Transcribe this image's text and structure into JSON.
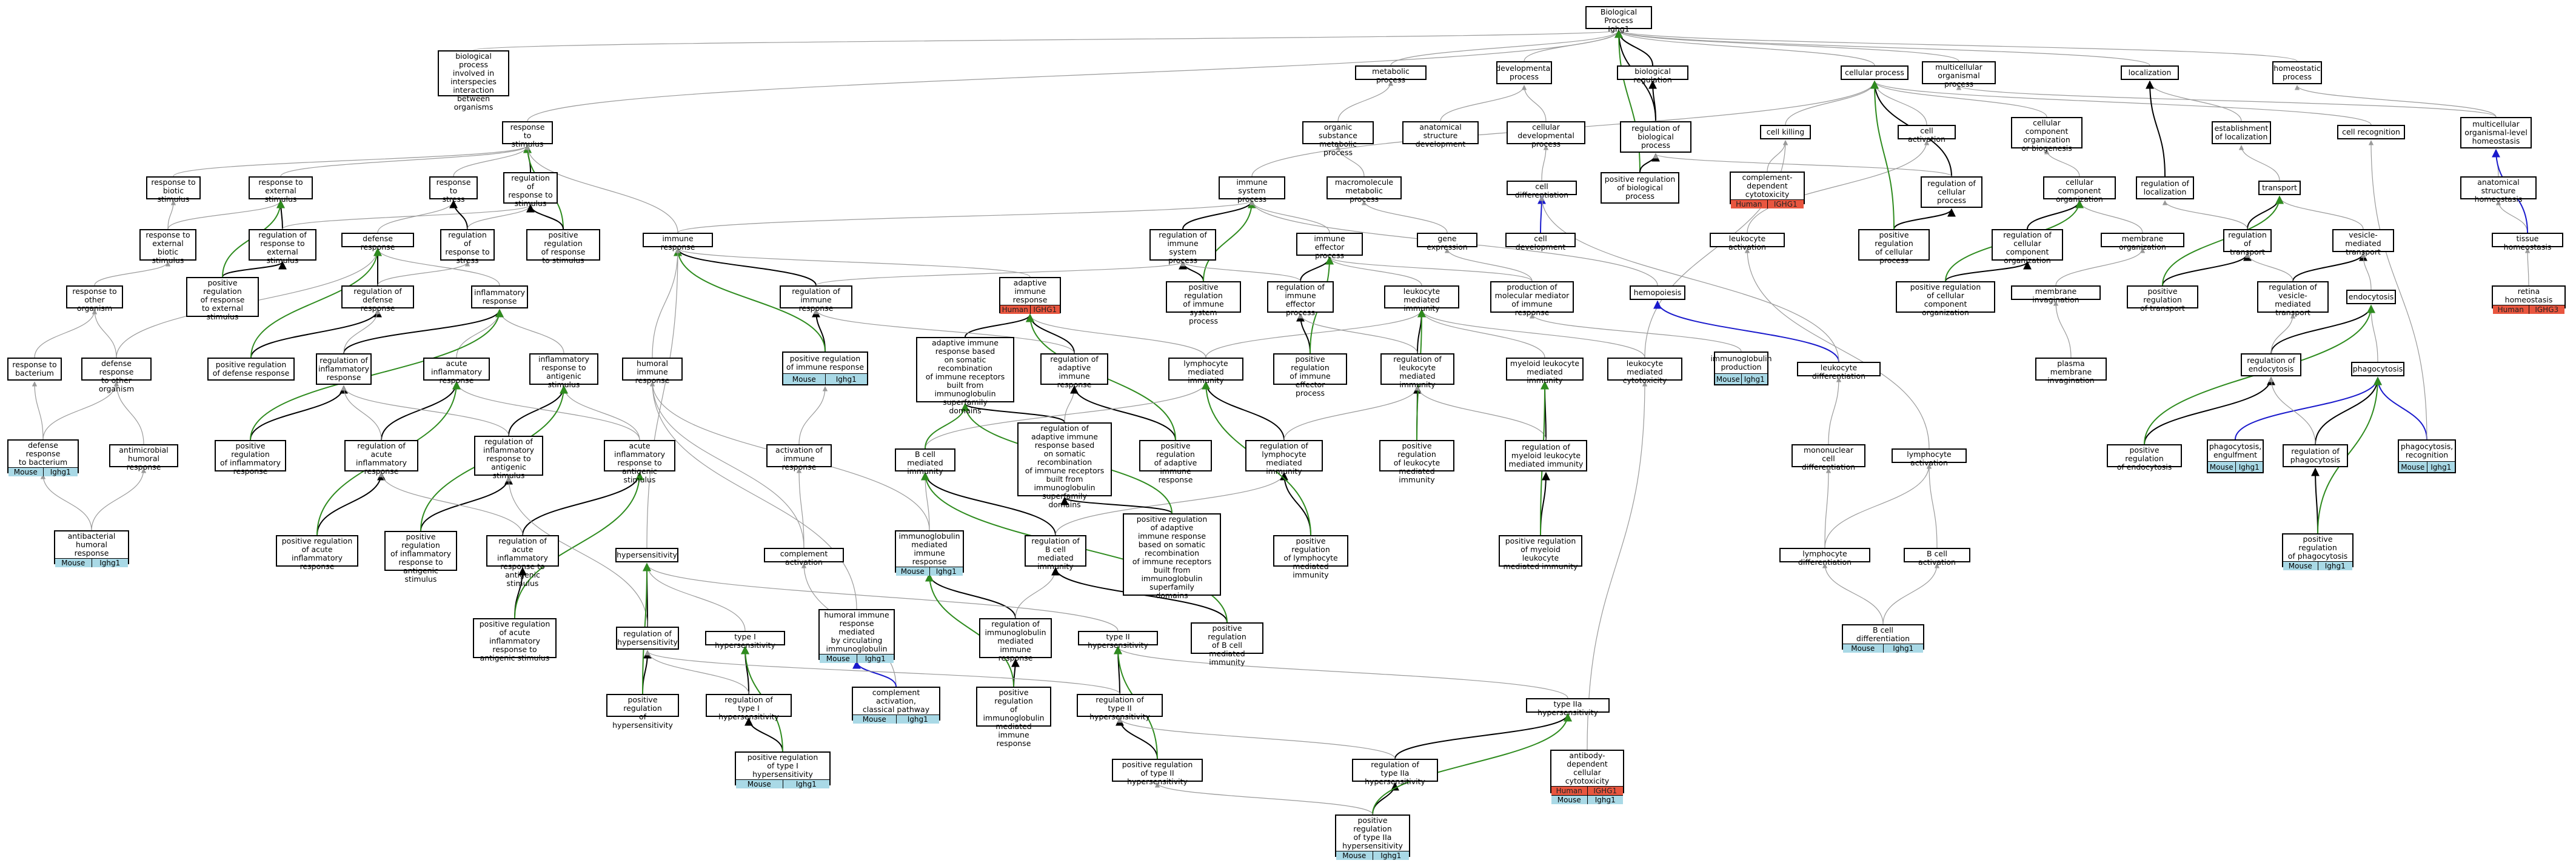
{
  "colors": {
    "gray": "#9a9a9a",
    "black": "#000000",
    "green": "#2e8b1e",
    "blue": "#1a1acc",
    "mouse": "#a9d9e6",
    "human": "#e8563f"
  },
  "nodes": {
    "bp": {
      "label": "Biological Process\nIghg1"
    },
    "interspecies": {
      "label": "biological process\ninvolved in\ninterspecies\ninteraction\nbetween organisms"
    },
    "metabolic": {
      "label": "metabolic process"
    },
    "developmental": {
      "label": "developmental\nprocess"
    },
    "bioreg": {
      "label": "biological regulation"
    },
    "cellular": {
      "label": "cellular process"
    },
    "multiorg": {
      "label": "multicellular\norganismal process"
    },
    "localization": {
      "label": "localization"
    },
    "homeostatic": {
      "label": "homeostatic\nprocess"
    },
    "resp_stim": {
      "label": "response to\nstimulus"
    },
    "org_subst": {
      "label": "organic substance\nmetabolic process"
    },
    "anat_dev": {
      "label": "anatomical structure\ndevelopment"
    },
    "cell_dev_proc": {
      "label": "cellular developmental\nprocess"
    },
    "reg_bio": {
      "label": "regulation of\nbiological process"
    },
    "cell_killing": {
      "label": "cell killing"
    },
    "cell_comp_org_bio": {
      "label": "cellular component\norganization\nor biogenesis"
    },
    "estab_loc": {
      "label": "establishment\nof localization"
    },
    "cell_recog": {
      "label": "cell recognition"
    },
    "multi_homeo": {
      "label": "multicellular\norganismal-level\nhomeostasis"
    },
    "resp_biotic": {
      "label": "response to\nbiotic stimulus"
    },
    "resp_ext": {
      "label": "response to\nexternal stimulus"
    },
    "resp_stress": {
      "label": "response to\nstress"
    },
    "reg_resp_stim": {
      "label": "regulation of\nresponse to\nstimulus"
    },
    "immune_sys": {
      "label": "immune system\nprocess"
    },
    "macromol": {
      "label": "macromolecule\nmetabolic process"
    },
    "pos_reg_bio": {
      "label": "positive regulation\nof biological\nprocess"
    },
    "compl_cyto": {
      "label": "complement-dependent\ncytotoxicity",
      "tags": [
        {
          "t": "Human",
          "c": "human"
        },
        {
          "t": "IGHG1",
          "c": "human"
        }
      ]
    },
    "cell_act": {
      "label": "cell activation"
    },
    "reg_cell_proc": {
      "label": "regulation of\ncellular process"
    },
    "cell_comp_org": {
      "label": "cellular component\norganization"
    },
    "reg_loc": {
      "label": "regulation of\nlocalization"
    },
    "transport": {
      "label": "transport"
    },
    "anat_homeo": {
      "label": "anatomical structure\nhomeostasis"
    },
    "resp_ext_biotic": {
      "label": "response to\nexternal biotic\nstimulus"
    },
    "reg_resp_ext": {
      "label": "regulation of\nresponse to\nexternal stimulus"
    },
    "defense": {
      "label": "defense response"
    },
    "reg_resp_stress": {
      "label": "regulation of\nresponse to\nstress"
    },
    "pos_reg_resp_stim": {
      "label": "positive regulation\nof response\nto stimulus"
    },
    "immune_resp": {
      "label": "immune response"
    },
    "reg_imm_sys": {
      "label": "regulation of\nimmune system\nprocess"
    },
    "imm_eff": {
      "label": "immune effector\nprocess"
    },
    "cell_diff": {
      "label": "cell differentiation"
    },
    "gene_expr": {
      "label": "gene expression"
    },
    "cell_dev": {
      "label": "cell development"
    },
    "leuk_act": {
      "label": "leukocyte activation"
    },
    "pos_reg_cell_proc": {
      "label": "positive regulation\nof cellular\nprocess"
    },
    "reg_cell_comp_org": {
      "label": "regulation of\ncellular component\norganization"
    },
    "membrane_org": {
      "label": "membrane organization"
    },
    "reg_transport": {
      "label": "regulation of\ntransport"
    },
    "vesicle_transport": {
      "label": "vesicle-mediated\ntransport"
    },
    "tissue_homeo": {
      "label": "tissue homeostasis"
    },
    "other_org": {
      "label": "response to\nother organism"
    },
    "pos_reg_resp_ext": {
      "label": "positive regulation\nof response\nto external\nstimulus"
    },
    "reg_defense": {
      "label": "regulation of\ndefense response"
    },
    "inflam": {
      "label": "inflammatory\nresponse"
    },
    "reg_imm_resp": {
      "label": "regulation of\nimmune response"
    },
    "adaptive": {
      "label": "adaptive immune\nresponse",
      "tags": [
        {
          "t": "Human",
          "c": "human"
        },
        {
          "t": "IGHG1",
          "c": "human"
        }
      ]
    },
    "pos_reg_imm_sys": {
      "label": "positive regulation\nof immune system\nprocess"
    },
    "reg_imm_eff": {
      "label": "regulation of\nimmune effector\nprocess"
    },
    "leuk_med": {
      "label": "leukocyte mediated\nimmunity"
    },
    "prod_mol_med": {
      "label": "production of\nmolecular mediator\nof immune response"
    },
    "hemopoiesis": {
      "label": "hemopoiesis"
    },
    "pos_reg_cell_comp_org": {
      "label": "positive regulation\nof cellular\ncomponent organization"
    },
    "membrane_invag": {
      "label": "membrane invagination"
    },
    "pos_reg_transport": {
      "label": "positive regulation\nof transport"
    },
    "reg_vesicle": {
      "label": "regulation of\nvesicle-mediated\ntransport"
    },
    "endocytosis": {
      "label": "endocytosis"
    },
    "retina_homeo": {
      "label": "retina homeostasis",
      "tags": [
        {
          "t": "Human",
          "c": "human"
        },
        {
          "t": "IGHG3",
          "c": "human"
        }
      ]
    },
    "resp_bact": {
      "label": "response to\nbacterium"
    },
    "def_other_org": {
      "label": "defense response\nto other organism"
    },
    "pos_reg_defense": {
      "label": "positive regulation\nof defense response"
    },
    "reg_inflam": {
      "label": "regulation of\ninflammatory\nresponse"
    },
    "acute_inflam": {
      "label": "acute inflammatory\nresponse"
    },
    "inflam_antigenic": {
      "label": "inflammatory\nresponse to\nantigenic stimulus"
    },
    "humoral": {
      "label": "humoral immune\nresponse"
    },
    "pos_reg_imm_resp": {
      "label": "positive regulation\nof immune response",
      "tags": [
        {
          "t": "Mouse",
          "c": "mouse"
        },
        {
          "t": "Ighg1",
          "c": "mouse"
        }
      ]
    },
    "adaptive_somatic": {
      "label": "adaptive immune\nresponse based\non somatic recombination\nof immune receptors\nbuilt from immunoglobulin\nsuperfamily\ndomains"
    },
    "reg_adaptive": {
      "label": "regulation of\nadaptive immune\nresponse"
    },
    "lymph_med": {
      "label": "lymphocyte mediated\nimmunity"
    },
    "pos_reg_imm_eff": {
      "label": "positive regulation\nof immune effector\nprocess"
    },
    "reg_leuk_med": {
      "label": "regulation of\nleukocyte mediated\nimmunity"
    },
    "myeloid_med": {
      "label": "myeloid leukocyte\nmediated immunity"
    },
    "leuk_cyto": {
      "label": "leukocyte mediated\ncytotoxicity"
    },
    "ig_prod": {
      "label": "immunoglobulin\nproduction",
      "tags": [
        {
          "t": "Mouse",
          "c": "mouse"
        },
        {
          "t": "Ighg1",
          "c": "mouse"
        }
      ]
    },
    "leuk_diff": {
      "label": "leukocyte differentiation"
    },
    "plasma_invag": {
      "label": "plasma membrane\ninvagination"
    },
    "reg_endo": {
      "label": "regulation of\nendocytosis"
    },
    "phagocytosis": {
      "label": "phagocytosis"
    },
    "def_bact": {
      "label": "defense response\nto bacterium",
      "tags": [
        {
          "t": "Mouse",
          "c": "mouse"
        },
        {
          "t": "Ighg1",
          "c": "mouse"
        }
      ]
    },
    "antimicrobial": {
      "label": "antimicrobial\nhumoral response"
    },
    "pos_reg_inflam": {
      "label": "positive regulation\nof inflammatory\nresponse"
    },
    "reg_acute": {
      "label": "regulation of\nacute inflammatory\nresponse"
    },
    "reg_inflam_antigenic": {
      "label": "regulation of\ninflammatory\nresponse to\nantigenic stimulus"
    },
    "acute_antigenic": {
      "label": "acute inflammatory\nresponse to\nantigenic stimulus"
    },
    "activ_imm": {
      "label": "activation of\nimmune response"
    },
    "reg_adaptive_somatic": {
      "label": "regulation of\nadaptive immune\nresponse based\non somatic recombination\nof immune receptors\nbuilt from immunoglobulin\nsuperfamily\ndomains"
    },
    "pos_reg_adaptive": {
      "label": "positive regulation\nof adaptive\nimmune response"
    },
    "reg_lymph_med": {
      "label": "regulation of\nlymphocyte mediated\nimmunity"
    },
    "pos_reg_leuk_med": {
      "label": "positive regulation\nof leukocyte\nmediated immunity"
    },
    "reg_myeloid": {
      "label": "regulation of\nmyeloid leukocyte\nmediated immunity"
    },
    "mono_diff": {
      "label": "mononuclear\ncell differentiation"
    },
    "lymph_act": {
      "label": "lymphocyte activation"
    },
    "pos_reg_endo": {
      "label": "positive regulation\nof endocytosis"
    },
    "phago_engulf": {
      "label": "phagocytosis,\nengulfment",
      "tags": [
        {
          "t": "Mouse",
          "c": "mouse"
        },
        {
          "t": "Ighg1",
          "c": "mouse"
        }
      ]
    },
    "reg_phago": {
      "label": "regulation of\nphagocytosis"
    },
    "phago_recog": {
      "label": "phagocytosis,\nrecognition",
      "tags": [
        {
          "t": "Mouse",
          "c": "mouse"
        },
        {
          "t": "Ighg1",
          "c": "mouse"
        }
      ]
    },
    "antibacterial": {
      "label": "antibacterial\nhumoral response",
      "tags": [
        {
          "t": "Mouse",
          "c": "mouse"
        },
        {
          "t": "Ighg1",
          "c": "mouse"
        }
      ]
    },
    "pos_reg_acute": {
      "label": "positive regulation\nof acute inflammatory\nresponse"
    },
    "pos_reg_inflam_antigenic": {
      "label": "positive regulation\nof inflammatory\nresponse to\nantigenic stimulus"
    },
    "reg_acute_antigenic": {
      "label": "regulation of\nacute inflammatory\nresponse to\nantigenic stimulus"
    },
    "hypersens": {
      "label": "hypersensitivity"
    },
    "complement_act": {
      "label": "complement activation"
    },
    "ig_med": {
      "label": "immunoglobulin\nmediated immune\nresponse",
      "tags": [
        {
          "t": "Mouse",
          "c": "mouse"
        },
        {
          "t": "Ighg1",
          "c": "mouse"
        }
      ]
    },
    "b_cell_med": {
      "label": "B cell mediated\nimmunity"
    },
    "reg_b_cell_med": {
      "label": "regulation of\nB cell mediated\nimmunity"
    },
    "pos_reg_adaptive_somatic": {
      "label": "positive regulation\nof adaptive\nimmune response\nbased on somatic\nrecombination\nof immune receptors\nbuilt from immunoglobulin\nsuperfamily\ndomains"
    },
    "pos_reg_lymph_med": {
      "label": "positive regulation\nof lymphocyte\nmediated immunity"
    },
    "pos_reg_myeloid": {
      "label": "positive regulation\nof myeloid leukocyte\nmediated immunity"
    },
    "lymph_diff": {
      "label": "lymphocyte differentiation"
    },
    "b_cell_act": {
      "label": "B cell activation"
    },
    "pos_reg_phago": {
      "label": "positive regulation\nof phagocytosis",
      "tags": [
        {
          "t": "Mouse",
          "c": "mouse"
        },
        {
          "t": "Ighg1",
          "c": "mouse"
        }
      ]
    },
    "b_cell_diff": {
      "label": "B cell differentiation",
      "tags": [
        {
          "t": "Mouse",
          "c": "mouse"
        },
        {
          "t": "Ighg1",
          "c": "mouse"
        }
      ]
    },
    "pos_reg_acute_antigenic": {
      "label": "positive regulation\nof acute inflammatory\nresponse to\nantigenic stimulus"
    },
    "reg_hypersens": {
      "label": "regulation of\nhypersensitivity"
    },
    "humoral_circ": {
      "label": "humoral immune\nresponse mediated\nby circulating\nimmunoglobulin",
      "tags": [
        {
          "t": "Mouse",
          "c": "mouse"
        },
        {
          "t": "Ighg1",
          "c": "mouse"
        }
      ]
    },
    "type1": {
      "label": "type I hypersensitivity"
    },
    "reg_ig_med": {
      "label": "regulation of\nimmunoglobulin\nmediated immune\nresponse"
    },
    "type2": {
      "label": "type II hypersensitivity"
    },
    "pos_reg_b_cell_med": {
      "label": "positive regulation\nof B cell mediated\nimmunity"
    },
    "pos_reg_hypersens": {
      "label": "positive regulation\nof hypersensitivity"
    },
    "reg_type1": {
      "label": "regulation of\ntype I hypersensitivity"
    },
    "compl_classical": {
      "label": "complement activation,\nclassical pathway",
      "tags": [
        {
          "t": "Mouse",
          "c": "mouse"
        },
        {
          "t": "Ighg1",
          "c": "mouse"
        }
      ]
    },
    "pos_reg_ig_med": {
      "label": "positive regulation\nof immunoglobulin\nmediated immune\nresponse"
    },
    "reg_type2": {
      "label": "regulation of\ntype II hypersensitivity"
    },
    "type2a": {
      "label": "type IIa hypersensitivity"
    },
    "ab_cyto": {
      "label": "antibody-dependent\ncellular cytotoxicity",
      "tags": [
        {
          "t": "Human",
          "c": "human"
        },
        {
          "t": "IGHG1",
          "c": "human"
        },
        {
          "t": "Mouse",
          "c": "mouse"
        },
        {
          "t": "Ighg1",
          "c": "mouse"
        }
      ]
    },
    "pos_reg_type1": {
      "label": "positive regulation\nof type I hypersensitivity",
      "tags": [
        {
          "t": "Mouse",
          "c": "mouse"
        },
        {
          "t": "Ighg1",
          "c": "mouse"
        }
      ]
    },
    "pos_reg_type2": {
      "label": "positive regulation\nof type II hypersensitivity"
    },
    "reg_type2a": {
      "label": "regulation of\ntype IIa hypersensitivity"
    },
    "pos_reg_type2a": {
      "label": "positive regulation\nof type IIa\nhypersensitivity",
      "tags": [
        {
          "t": "Mouse",
          "c": "mouse"
        },
        {
          "t": "Ighg1",
          "c": "mouse"
        }
      ]
    }
  }
}
